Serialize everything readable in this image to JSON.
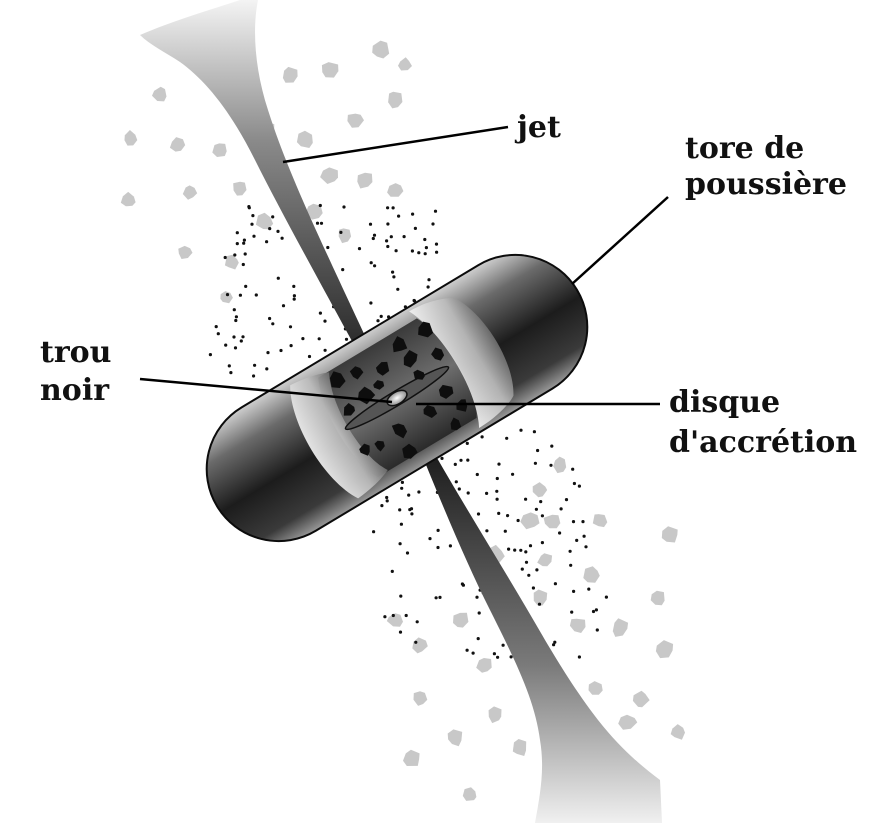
{
  "labels": {
    "jet": "jet",
    "torus_line1": "tore de",
    "torus_line2": "poussière",
    "black_hole_line1": "trou",
    "black_hole_line2": "noir",
    "disk_line1": "disque",
    "disk_line2": "d'accrétion"
  },
  "colors": {
    "background": "#ffffff",
    "text": "#111111",
    "leader_line": "#000000",
    "jet_dark": "#1a1a1a",
    "jet_light": "#e8e8e8",
    "cloud_dot": "#c8c8c8",
    "small_dot": "#111111",
    "torus_dark": "#1c1c1c",
    "torus_light": "#dcdcdc"
  }
}
